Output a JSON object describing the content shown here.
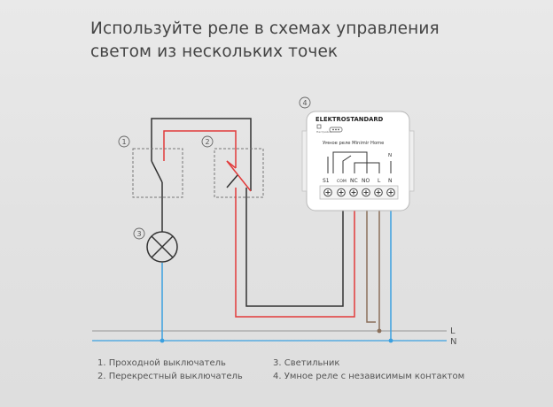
{
  "title": {
    "line1": "Используйте реле в схемах управления",
    "line2": "светом из нескольких точек"
  },
  "markers": {
    "m1": "1",
    "m2": "2",
    "m3": "3",
    "m4": "4"
  },
  "relay": {
    "brand": "ELEKTROSTANDARD",
    "indicator_caption": "Настройка",
    "model": "Умное реле Minimir Home",
    "terminals": [
      "S1",
      "COM",
      "NC",
      "NO",
      "L",
      "N"
    ],
    "top_n": "N"
  },
  "lines": {
    "L": "L",
    "N": "N"
  },
  "legend": {
    "item1": "1. Проходной выключатель",
    "item2": "2. Перекрестный выключатель",
    "item3": "3. Светильник",
    "item4": "4. Умное реле с независимым контактом"
  },
  "colors": {
    "phase_wire": "#e23b3b",
    "neutral_wire": "#3aa0e0",
    "signal_wire": "#333333",
    "brown_wire": "#8a6f5a"
  }
}
